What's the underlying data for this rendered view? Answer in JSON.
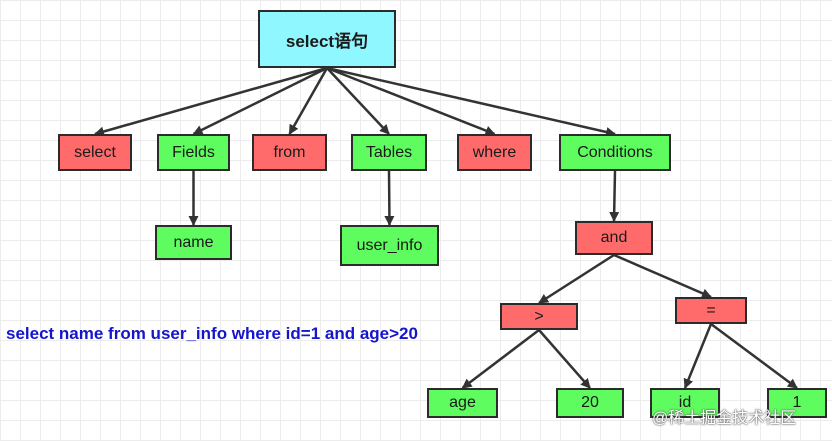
{
  "colors": {
    "root_fill": "#8ff7ff",
    "red_fill": "#ff6b6b",
    "green_fill": "#5efc5e",
    "sql_text": "#1515cc",
    "edge": "#333333"
  },
  "nodes": {
    "root": "select语句",
    "select": "select",
    "fields": "Fields",
    "from": "from",
    "tables": "Tables",
    "where": "where",
    "conditions": "Conditions",
    "name": "name",
    "user_info": "user_info",
    "and": "and",
    "gt": ">",
    "eq": "=",
    "age": "age",
    "twenty": "20",
    "id": "id",
    "one": "1"
  },
  "edges": [
    [
      "root",
      "select"
    ],
    [
      "root",
      "fields"
    ],
    [
      "root",
      "from"
    ],
    [
      "root",
      "tables"
    ],
    [
      "root",
      "where"
    ],
    [
      "root",
      "conditions"
    ],
    [
      "fields",
      "name"
    ],
    [
      "tables",
      "user_info"
    ],
    [
      "conditions",
      "and"
    ],
    [
      "and",
      "gt"
    ],
    [
      "and",
      "eq"
    ],
    [
      "gt",
      "age"
    ],
    [
      "gt",
      "twenty"
    ],
    [
      "eq",
      "id"
    ],
    [
      "eq",
      "one"
    ]
  ],
  "sql": "select name from user_info where id=1 and age>20",
  "watermark": "@稀土掘金技术社区"
}
